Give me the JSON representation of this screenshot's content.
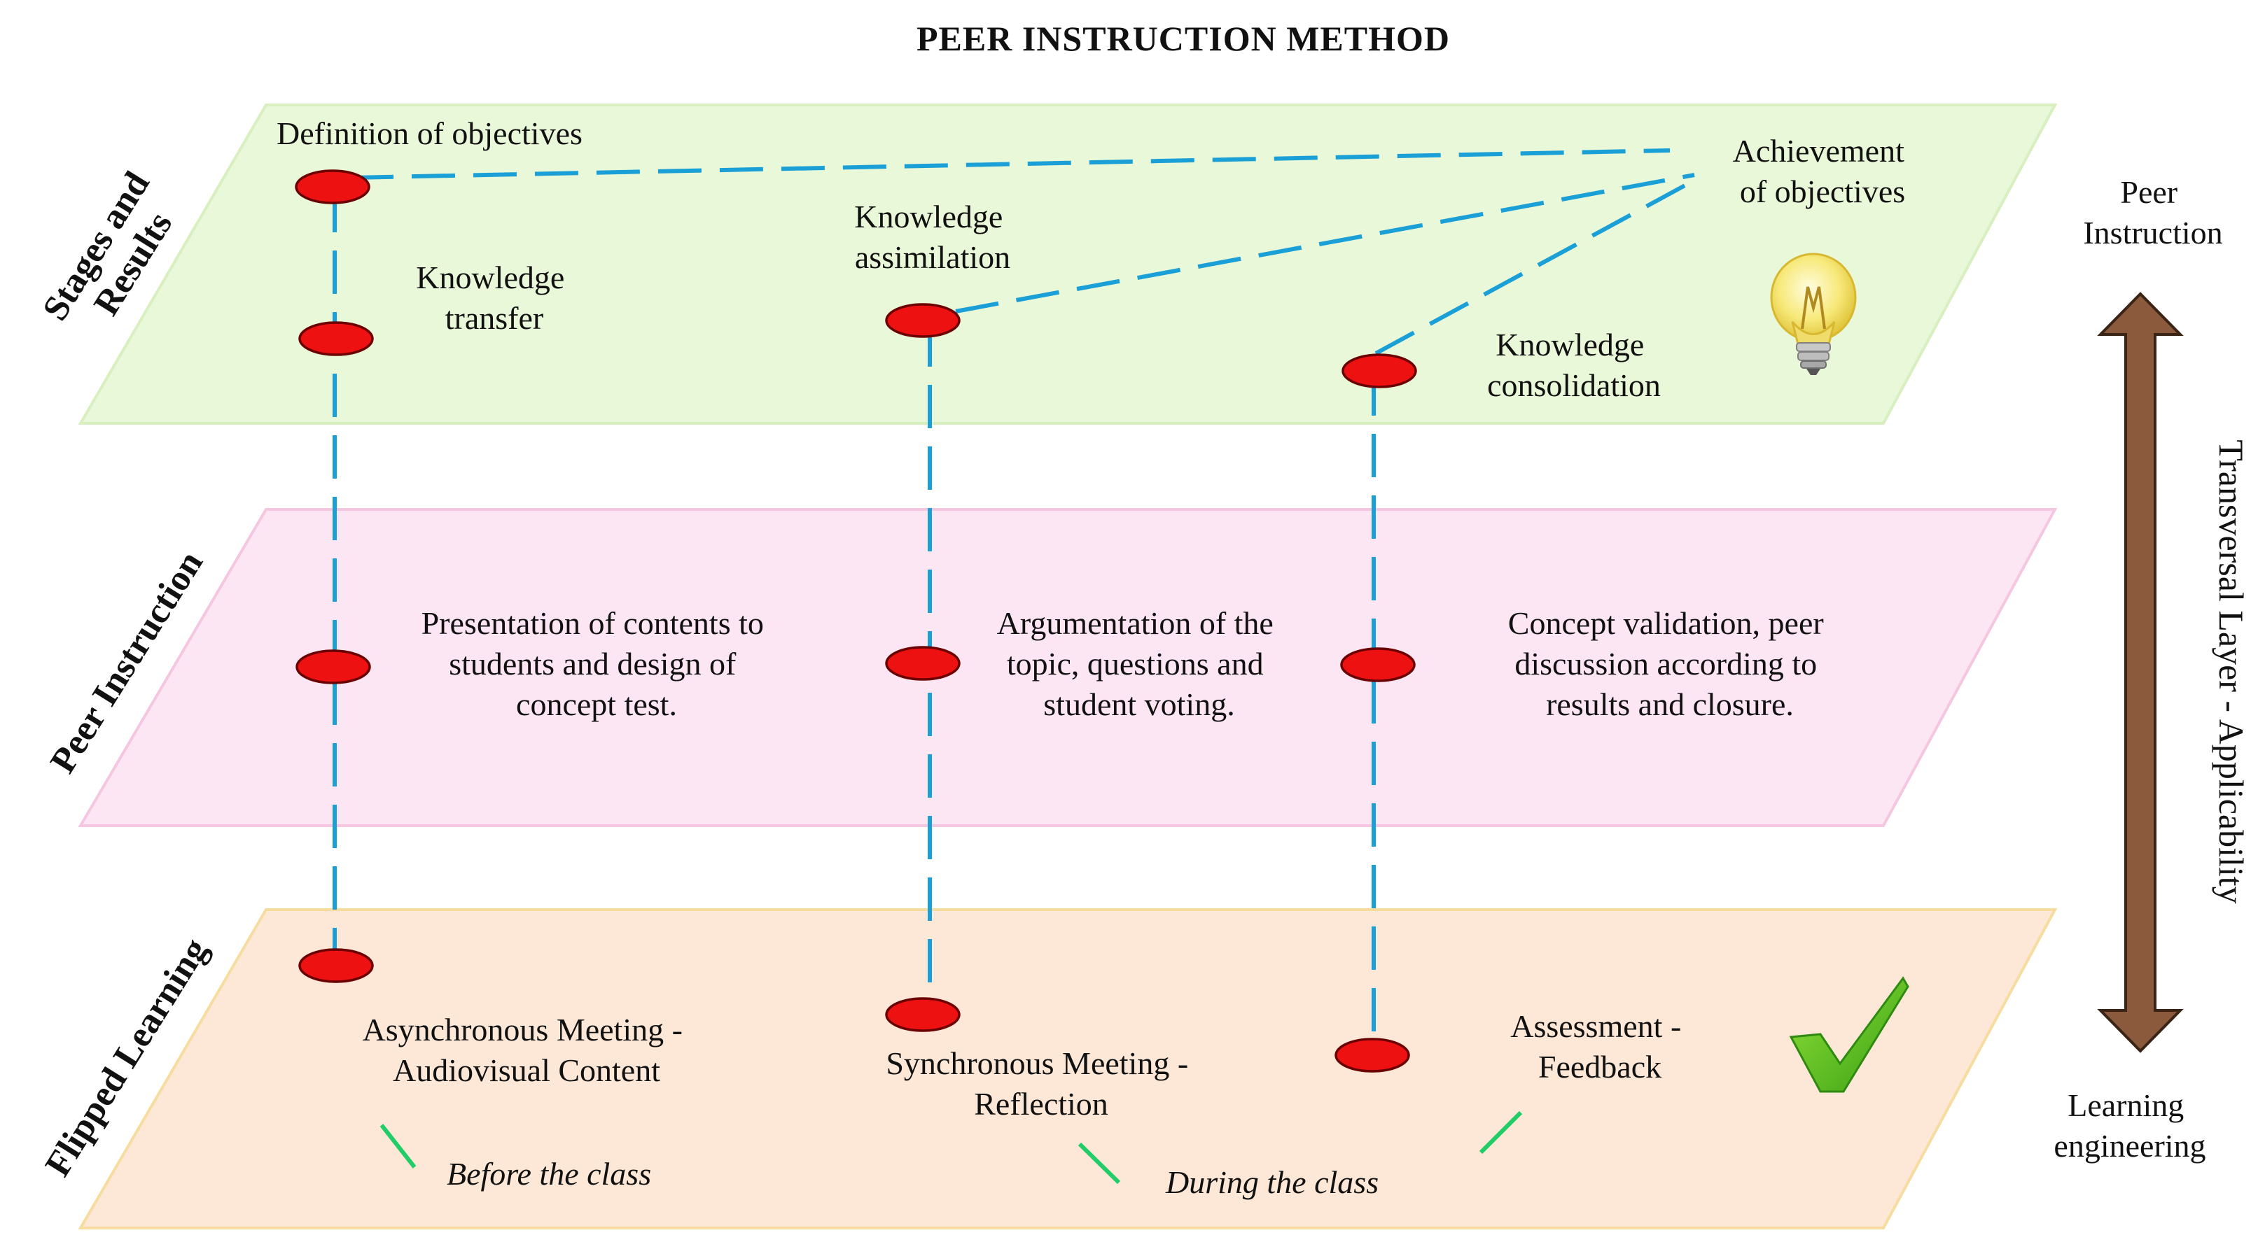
{
  "title": "PEER INSTRUCTION METHOD",
  "layers": {
    "stages": {
      "side_label_line1": "Stages and",
      "side_label_line2": "Results",
      "color": "#e8f8d8",
      "labels": {
        "definition": "Definition of objectives",
        "achievement": [
          "Achievement",
          "of objectives"
        ],
        "transfer": [
          "Knowledge",
          "transfer"
        ],
        "assimilation": [
          "Knowledge",
          "assimilation"
        ],
        "consolidation": [
          "Knowledge",
          "consolidation"
        ]
      }
    },
    "peer": {
      "side_label": "Peer Instruction",
      "color": "#fde6f3",
      "labels": {
        "presentation": [
          "Presentation of contents to",
          "students and design of",
          "concept test."
        ],
        "argumentation": [
          "Argumentation of the",
          "topic, questions and",
          "student voting."
        ],
        "validation": [
          "Concept validation, peer",
          "discussion according to",
          "results and closure."
        ]
      }
    },
    "flipped": {
      "side_label": "Flipped Learning",
      "color": "#fde8d8",
      "labels": {
        "asynchronous": [
          "Asynchronous Meeting -",
          "Audiovisual Content"
        ],
        "synchronous": [
          "Synchronous Meeting -",
          "Reflection"
        ],
        "assessment": [
          "Assessment -",
          "Feedback"
        ],
        "before": "Before the class",
        "during": "During the class"
      }
    }
  },
  "right_axis": {
    "top_label": [
      "Peer",
      "Instruction"
    ],
    "bottom_label": [
      "Learning",
      "engineering"
    ],
    "vertical_label": "Transversal Layer - Applicability",
    "arrow_color": "#8b5a3c"
  },
  "icons": {
    "lightbulb": "lightbulb-icon",
    "checkmark": "checkmark-icon"
  },
  "colors": {
    "dashed_line": "#1a9fd6",
    "node": "#ee1111",
    "tick": "#22cc66"
  }
}
